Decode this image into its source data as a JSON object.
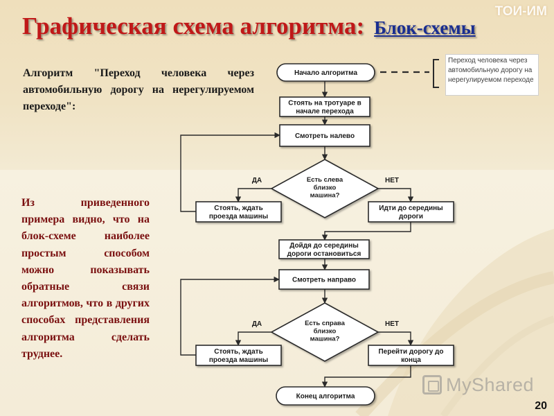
{
  "title": {
    "main": "Графическая схема алгоритма:",
    "sub": "Блок-схемы"
  },
  "watermark": "ТОИ-ИМ",
  "algorithm_caption": {
    "prefix": "Алгоритм ",
    "quoted": "\"Переход человека через автомобильную дорогу на нерегулируемом переходе\":"
  },
  "conclusion": "Из приведенного примера видно, что на блок-схеме наиболее простым способом можно показывать обратные связи алгоритмов, что в других способах представления алгоритма сделать труднее.",
  "callout": "Переход человека через автомобильную дорогу на нерегулируемом переходе",
  "flowchart": {
    "start": "Начало алгоритма",
    "stand_sidewalk": [
      "Стоять на тротуаре в",
      "начале перехода"
    ],
    "look_left": "Смотреть налево",
    "decision_left": [
      "Есть слева",
      "близко",
      "машина?"
    ],
    "yes": "ДА",
    "no": "НЕТ",
    "wait_left": [
      "Стоять, ждать",
      "проезда машины"
    ],
    "go_middle": [
      "Идти до середины",
      "дороги"
    ],
    "reached_middle": [
      "Дойдя до середины",
      "дороги остановиться"
    ],
    "look_right": "Смотреть направо",
    "decision_right": [
      "Есть справа",
      "близко",
      "машина?"
    ],
    "wait_right": [
      "Стоять, ждать",
      "проезда машины"
    ],
    "cross_end": [
      "Перейти дорогу до",
      "конца"
    ],
    "end": "Конец алгоритма"
  },
  "colors": {
    "node_fill": "#ffffff",
    "node_stroke": "#2a2a2a",
    "title_red": "#c01818",
    "title_blue": "#1a2e90",
    "conclusion_red": "#7a1010"
  },
  "logo_text": "MyShared",
  "page_number": "20"
}
